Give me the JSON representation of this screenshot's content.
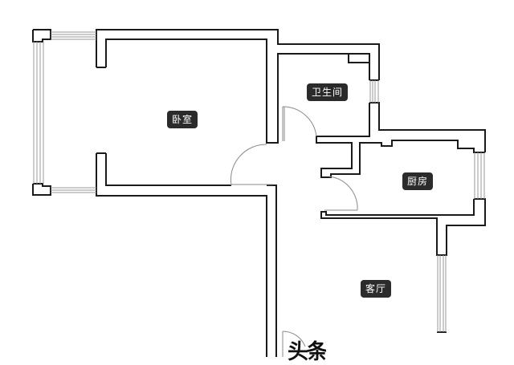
{
  "diagram": {
    "type": "floor-plan",
    "rooms": [
      {
        "id": "bedroom",
        "label": "卧室"
      },
      {
        "id": "bathroom",
        "label": "卫生间"
      },
      {
        "id": "kitchen",
        "label": "厨房"
      },
      {
        "id": "living_room",
        "label": "客厅"
      }
    ],
    "watermark": "头条",
    "colors": {
      "wall": "#1a1a1a",
      "window": "#9a9a9a",
      "door_arc": "#8a8a8a",
      "label_bg": "#2b2b2b",
      "label_text": "#ffffff",
      "background": "#ffffff"
    }
  }
}
